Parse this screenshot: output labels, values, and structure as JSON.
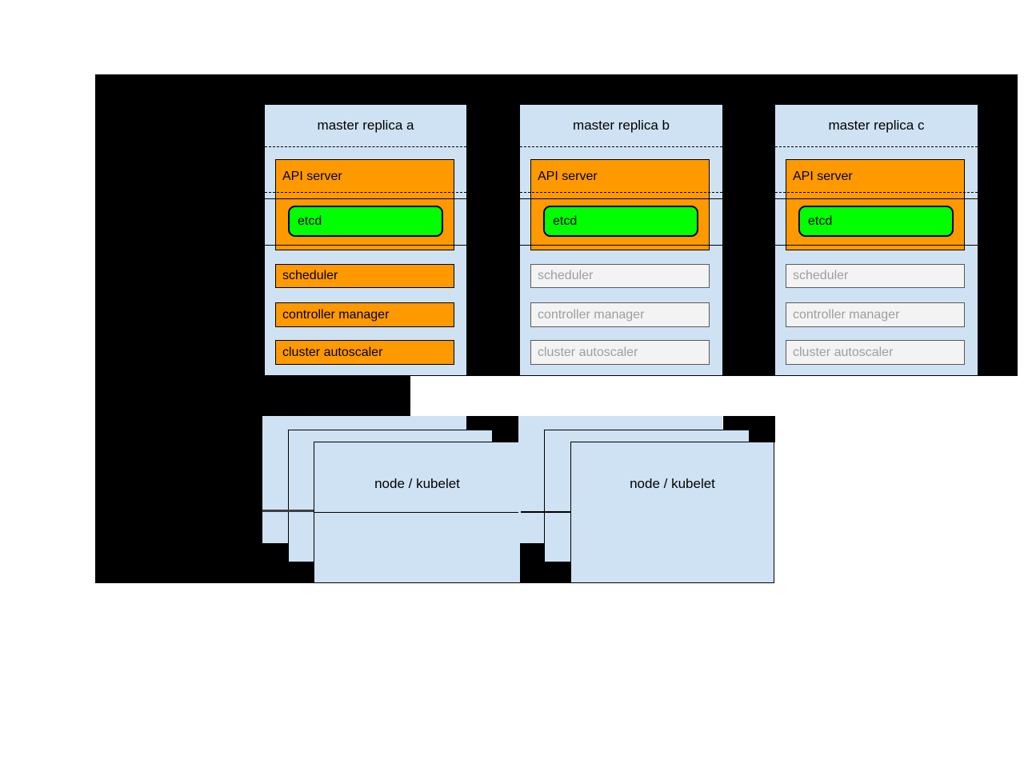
{
  "masters": [
    {
      "title": "master replica a",
      "api_server_label": "API server",
      "etcd_label": "etcd",
      "components": [
        {
          "label": "scheduler",
          "state": "active"
        },
        {
          "label": "controller manager",
          "state": "active"
        },
        {
          "label": "cluster autoscaler",
          "state": "active"
        }
      ]
    },
    {
      "title": "master replica b",
      "api_server_label": "API server",
      "etcd_label": "etcd",
      "components": [
        {
          "label": "scheduler",
          "state": "inactive"
        },
        {
          "label": "controller manager",
          "state": "inactive"
        },
        {
          "label": "cluster autoscaler",
          "state": "inactive"
        }
      ]
    },
    {
      "title": "master replica c",
      "api_server_label": "API server",
      "etcd_label": "etcd",
      "components": [
        {
          "label": "scheduler",
          "state": "inactive"
        },
        {
          "label": "controller manager",
          "state": "inactive"
        },
        {
          "label": "cluster autoscaler",
          "state": "inactive"
        }
      ]
    }
  ],
  "node_stacks": [
    {
      "label": "node / kubelet"
    },
    {
      "label": "node / kubelet"
    }
  ],
  "colors": {
    "page_background": "#ffffff",
    "backdrop": "#000000",
    "box_blue": "#cfe2f3",
    "active_orange": "#ff9900",
    "etcd_green": "#00ff00",
    "inactive_fill": "#f3f3f3",
    "inactive_border": "#595959",
    "inactive_text": "#9e9e9e"
  }
}
